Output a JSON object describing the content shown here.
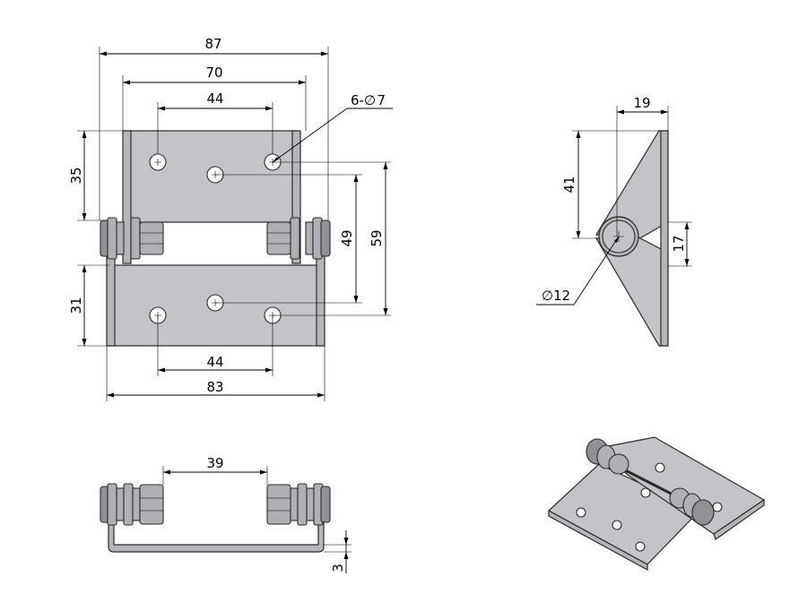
{
  "front_view": {
    "overall_top": "87",
    "inner_top": "70",
    "hole_spacing_top": "44",
    "hole_callout": "6-∅ 7",
    "upper_leaf_height": "35",
    "lower_leaf_height": "31",
    "hole_row_span": "49",
    "outer_hole_span": "59",
    "hole_spacing_bottom": "44",
    "overall_bottom": "83"
  },
  "side_view": {
    "top_width": "19",
    "leaf_height": "41",
    "pin_offset": "17",
    "pin_diameter": "∅12"
  },
  "bottom_view": {
    "nut_gap": "39",
    "thickness": "3"
  },
  "colors": {
    "plate_fill": "#c3c4c8",
    "line": "#000000"
  }
}
